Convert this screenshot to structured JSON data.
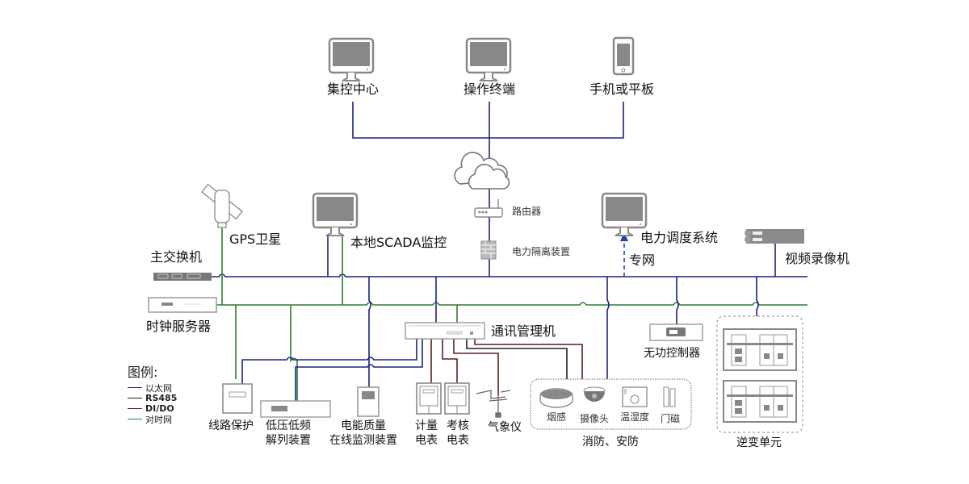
{
  "title": "光伏电站监控系统网络拓扑图",
  "colors": {
    "ethernet": "#1a237e",
    "rs485": "#222222",
    "dido": "#5d1f1a",
    "timing": "#2e7d32",
    "device_gray": "#8a8a8a",
    "special_net": "#1e3fb5"
  },
  "top": {
    "items": [
      {
        "id": "control-center",
        "label": "集控中心",
        "icon": "monitor-icon"
      },
      {
        "id": "operator-terminal",
        "label": "操作终端",
        "icon": "monitor-icon"
      },
      {
        "id": "mobile",
        "label": "手机或平板",
        "icon": "phone-icon"
      }
    ],
    "cloud": {
      "icon": "cloud-icon"
    },
    "router": {
      "label": "路由器",
      "icon": "router-icon"
    },
    "isolator": {
      "label": "电力隔离装置",
      "icon": "firewall-icon"
    }
  },
  "backbone": {
    "gps": {
      "label": "GPS卫星",
      "icon": "satellite-icon"
    },
    "scada": {
      "label": "本地SCADA监控",
      "icon": "monitor-icon"
    },
    "dispatch": {
      "label": "电力调度系统",
      "icon": "monitor-icon"
    },
    "special_net": {
      "label": "专网"
    },
    "nvr": {
      "label": "视频录像机",
      "icon": "nvr-icon"
    },
    "main_switch": {
      "label": "主交换机",
      "icon": "switch-icon"
    },
    "clock_server": {
      "label": "时钟服务器",
      "icon": "server-icon"
    },
    "comm_manager": {
      "label": "通讯管理机",
      "icon": "server-icon"
    },
    "var_controller": {
      "label": "无功控制器",
      "icon": "controller-icon"
    }
  },
  "field": {
    "line_protection": {
      "label": "线路保护"
    },
    "lv_lf": {
      "line1": "低压低频",
      "line2": "解列装置"
    },
    "pq_monitor": {
      "line1": "电能质量",
      "line2": "在线监测装置"
    },
    "meter1": {
      "line1": "计量",
      "line2": "电表"
    },
    "meter2": {
      "line1": "考核",
      "line2": "电表"
    },
    "weather": {
      "label": "气象仪"
    },
    "security": {
      "group_label": "消防、安防",
      "items": [
        {
          "label": "烟感",
          "icon": "smoke-detector-icon"
        },
        {
          "label": "摄像头",
          "icon": "camera-icon"
        },
        {
          "label": "温湿度",
          "icon": "thermo-hygrometer-icon"
        },
        {
          "label": "门磁",
          "icon": "door-sensor-icon"
        }
      ]
    },
    "inverter": {
      "label": "逆变单元",
      "icon": "inverter-icon"
    }
  },
  "legend": {
    "title": "图例:",
    "items": [
      {
        "label": "以太网",
        "color": "#1a237e"
      },
      {
        "label": "RS485",
        "color": "#222222"
      },
      {
        "label": "DI/DO",
        "color": "#5d1f1a"
      },
      {
        "label": "对时网",
        "color": "#2e7d32"
      }
    ]
  }
}
